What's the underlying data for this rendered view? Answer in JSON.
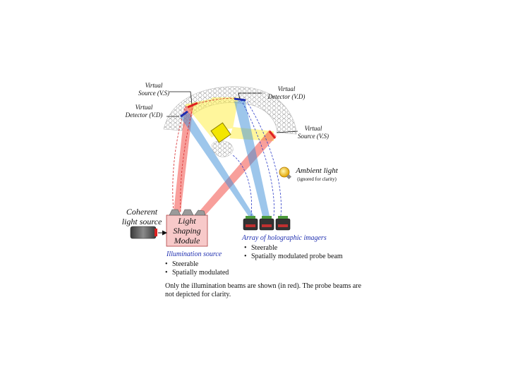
{
  "labels": {
    "virtual_source_left": [
      "Virtual",
      "Source (V.S)"
    ],
    "virtual_detector_left": [
      "Virtual",
      "Detector (V.D)"
    ],
    "virtual_detector_top": [
      "Virtual",
      "Detector (V.D)"
    ],
    "virtual_source_right": [
      "Virtual",
      "Source (V.S)"
    ],
    "ambient_light": "Ambient light",
    "ambient_note": "(ignored for clarity)",
    "coherent_source": [
      "Coherent",
      "light source"
    ],
    "light_shaping_module": [
      "Light",
      "Shaping",
      "Module"
    ],
    "illumination_source": "Illumination source",
    "array_imagers": "Array of holographic imagers"
  },
  "illumination_bullets": [
    "Steerable",
    "Spatially modulated"
  ],
  "array_bullets": [
    "Steerable",
    "Spatially modulated probe beam"
  ],
  "note": "Only the illumination beams are shown (in red). The probe beams are not depicted for clarity.",
  "colors": {
    "illumination_beam": "#f4514a",
    "probe_beam": "#3d8fd8",
    "scattered_light": "#fff04d",
    "object_fill": "#f3e600",
    "module_fill": "#f7c9c9",
    "dashed_red": "#d8282a",
    "dashed_blue": "#2f3fc8",
    "label_blue": "#1f2fb0"
  }
}
